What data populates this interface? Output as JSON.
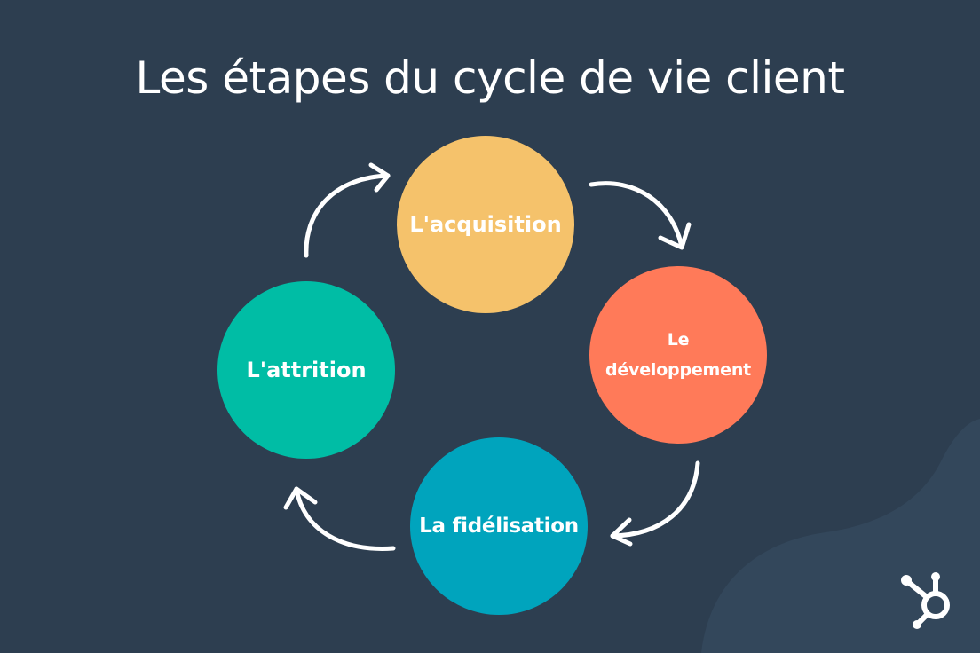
{
  "title": "Les étapes du cycle de vie client",
  "stages": [
    {
      "label": "L'acquisition",
      "color": "#f5c26b"
    },
    {
      "label": "Le développement",
      "color": "#ff7a59"
    },
    {
      "label": "La fidélisation",
      "color": "#00a4bd"
    },
    {
      "label": "L'attrition",
      "color": "#00bda5"
    }
  ],
  "colors": {
    "background": "#2d3e50",
    "accent_blob": "#33475b",
    "arrow": "#ffffff"
  },
  "logo": {
    "icon": "hubspot-sprocket-icon"
  }
}
